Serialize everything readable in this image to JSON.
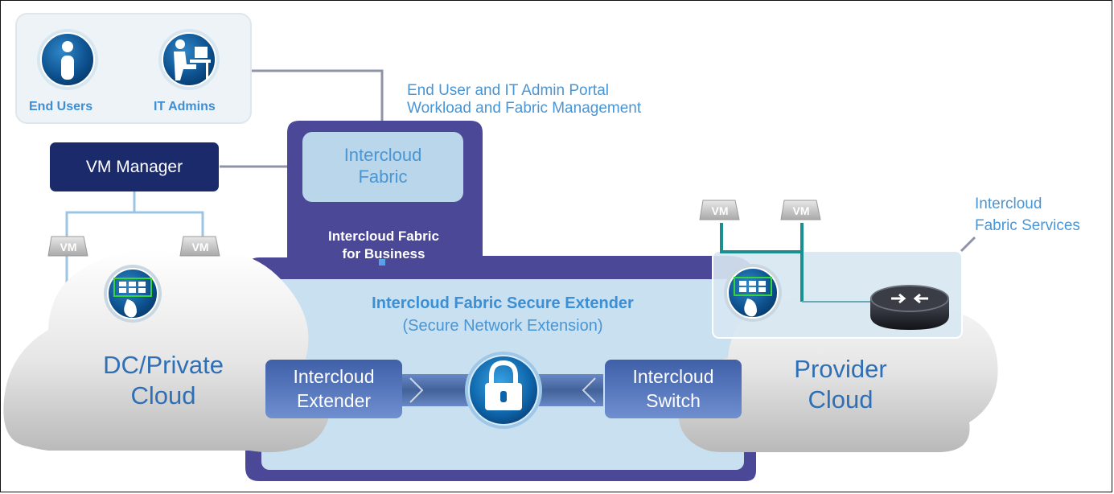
{
  "users": {
    "end_users": "End Users",
    "it_admins": "IT Admins"
  },
  "portal": {
    "line1": "End User and IT Admin Portal",
    "line2": "Workload and Fabric Management"
  },
  "vm_manager": "VM Manager",
  "fabric": {
    "line1": "Intercloud",
    "line2": "Fabric"
  },
  "business": {
    "line1": "Intercloud Fabric",
    "line2": "for Business"
  },
  "secure_extender": {
    "title": "Intercloud Fabric Secure Extender",
    "subtitle": "(Secure Network Extension)"
  },
  "extender": {
    "line1": "Intercloud",
    "line2": "Extender"
  },
  "switch": {
    "line1": "Intercloud",
    "line2": "Switch"
  },
  "private_cloud": {
    "line1": "DC/Private",
    "line2": "Cloud"
  },
  "provider_cloud": {
    "line1": "Provider",
    "line2": "Cloud"
  },
  "services": {
    "line1": "Intercloud",
    "line2": "Fabric Services"
  },
  "vm_label": "VM",
  "colors": {
    "navy": "#1b2a6b",
    "purple": "#4b4897",
    "light_blue": "#c8e0ef",
    "label_blue": "#3c8fd4",
    "teal": "#1a8f8f"
  },
  "icons": [
    "user-icon",
    "admin-icon",
    "vm-icon",
    "lock-icon",
    "router-icon",
    "fabric-node-icon"
  ]
}
